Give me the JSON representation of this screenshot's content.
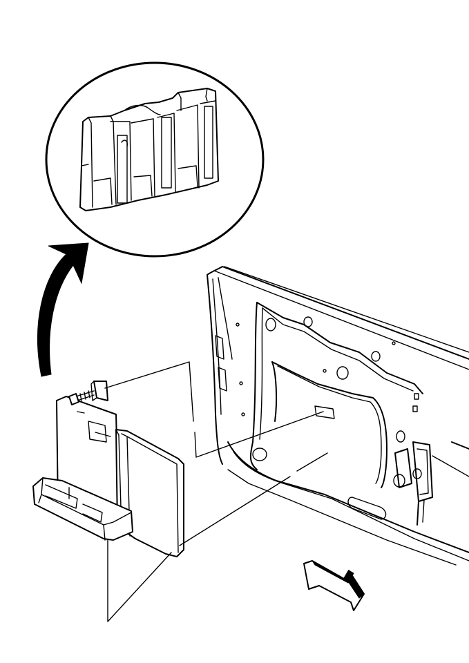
{
  "diagram": {
    "type": "exploded-view illustration",
    "colors": {
      "line": "#000000",
      "background": "#ffffff"
    },
    "parts": [
      "detail-inset-pad",
      "energy-absorbing-pad",
      "mounting-bracket",
      "screw",
      "door-inner-panel",
      "direction-arrow"
    ]
  }
}
